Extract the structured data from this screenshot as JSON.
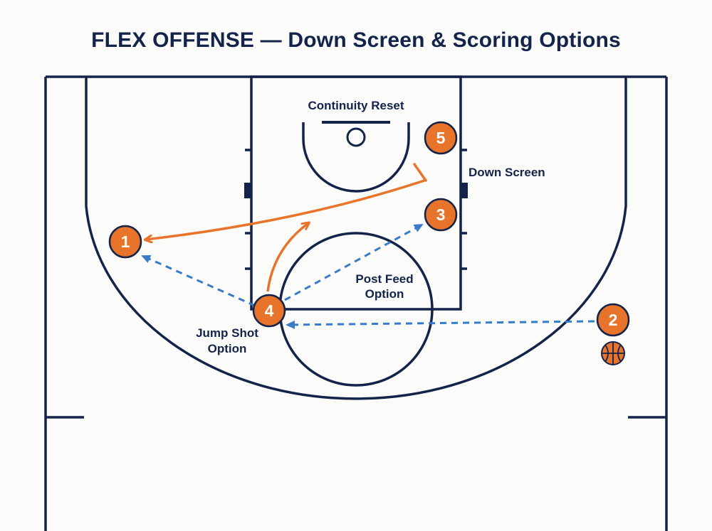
{
  "title": "FLEX OFFENSE — Down Screen & Scoring Options",
  "labels": {
    "continuity_reset": "Continuity Reset",
    "down_screen": "Down Screen",
    "post_feed_1": "Post Feed",
    "post_feed_2": "Option",
    "jump_shot_1": "Jump Shot",
    "jump_shot_2": "Option"
  },
  "players": [
    {
      "id": "player-1",
      "number": "1"
    },
    {
      "id": "player-2",
      "number": "2"
    },
    {
      "id": "player-3",
      "number": "3"
    },
    {
      "id": "player-4",
      "number": "4"
    },
    {
      "id": "player-5",
      "number": "5"
    }
  ],
  "colors": {
    "navy": "#13234a",
    "orange": "#e8742b",
    "pass_blue": "#3a7bc8",
    "background": "#fbfbf9"
  },
  "icons": {
    "ball": "basketball-icon"
  }
}
